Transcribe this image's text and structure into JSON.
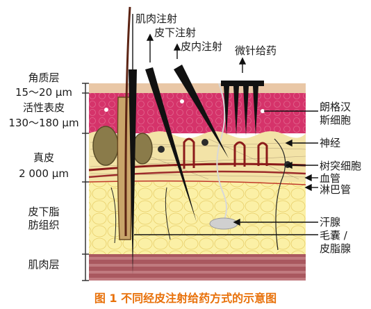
{
  "diagram": {
    "layers": [
      {
        "name": "角质层",
        "value": "15～20 µm"
      },
      {
        "name": "活性表皮",
        "value": "130～180 µm"
      },
      {
        "name": "真皮",
        "value": "2 000 µm"
      },
      {
        "name": "皮下脂\n肪组织",
        "value": ""
      },
      {
        "name": "肌肉层",
        "value": ""
      }
    ],
    "injections": {
      "intramuscular": "肌肉注射",
      "subcutaneous": "皮下注射",
      "intradermal": "皮内注射",
      "microneedle": "微针给药"
    },
    "structures": {
      "langerhans": "朗格汉\n斯细胞",
      "nerve": "神经",
      "dendritic": "树突细胞",
      "blood_vessel": "血管",
      "lymph": "淋巴管",
      "sweat_gland": "汗腺",
      "follicle": "毛囊 /\n皮脂腺"
    },
    "colors": {
      "stratum_corneum": "#e9c7a6",
      "epidermis": "#d5336a",
      "dermis": "#f3e3a7",
      "fat": "#fbefa0",
      "muscle": "#a9585f",
      "needle": "#111111",
      "caption": "#e8710a"
    }
  },
  "caption": "图 1   不同经皮注射给药方式的示意图"
}
